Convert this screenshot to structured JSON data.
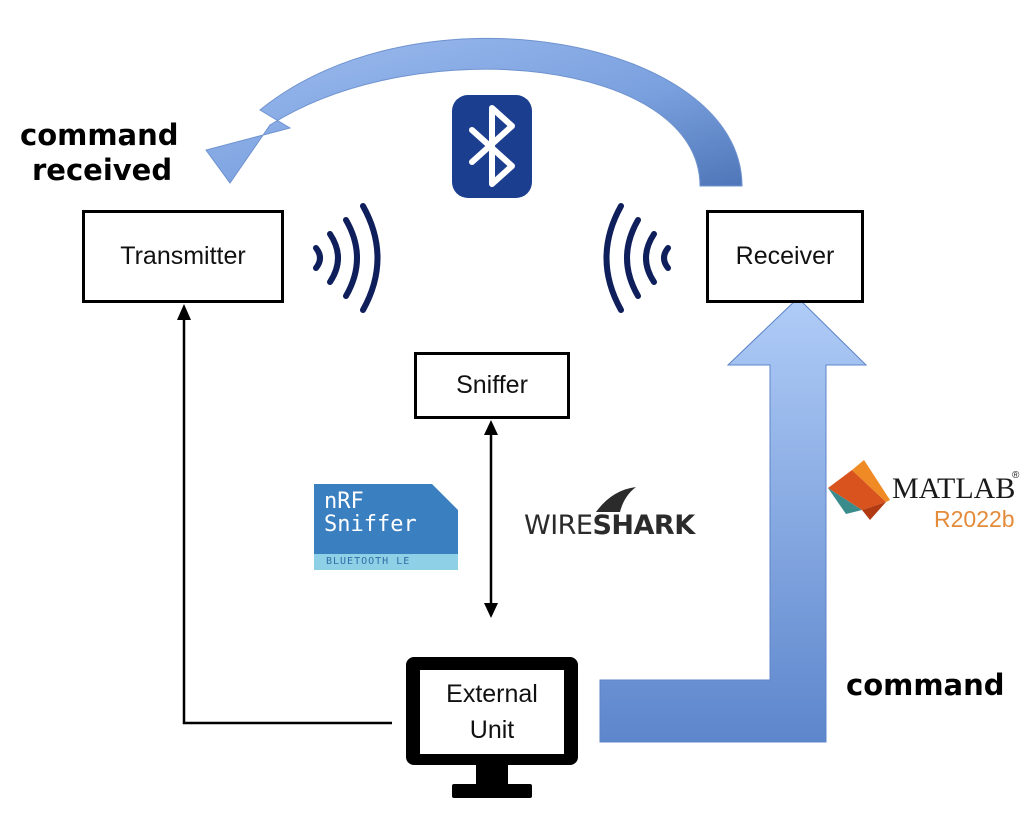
{
  "labels": {
    "command_received_line1": "command",
    "command_received_line2": "received",
    "command": "command"
  },
  "nodes": {
    "transmitter": "Transmitter",
    "receiver": "Receiver",
    "sniffer": "Sniffer",
    "external_unit_line1": "External",
    "external_unit_line2": "Unit"
  },
  "logos": {
    "nrf_line1": "nRF",
    "nrf_line2": "Sniffer",
    "nrf_sub": "BLUETOOTH LE",
    "wireshark_a": "WIRE",
    "wireshark_b": "SHARK",
    "matlab_name": "MATLAB",
    "matlab_release_prefix": "R",
    "matlab_release": "2022b"
  },
  "icons": {
    "bluetooth": "bluetooth-icon",
    "signal_left": "wireless-signal-icon",
    "signal_right": "wireless-signal-icon",
    "monitor": "monitor-icon",
    "matlab": "matlab-logo"
  },
  "colors": {
    "arrow_light": "#a9c4f2",
    "arrow_dark": "#5b84c8",
    "bluetooth_bg": "#1b3e8f",
    "signal": "#0f1f5c",
    "nrf_bg": "#3a7fc0",
    "nrf_band": "#8ed0e6",
    "matlab_text": "#1a1a1a",
    "matlab_release": "#e38b3a"
  }
}
